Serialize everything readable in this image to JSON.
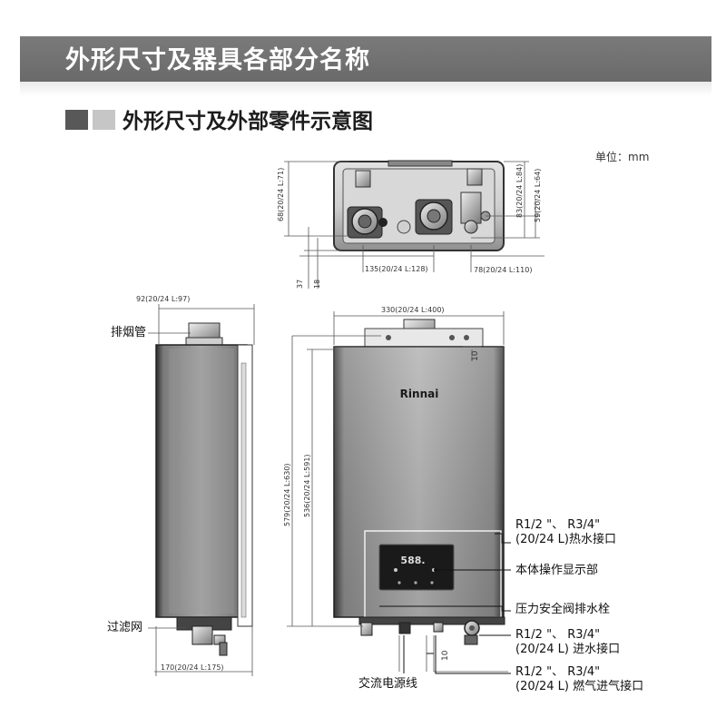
{
  "header": {
    "title": "外形尺寸及器具各部分名称",
    "section_title": "外形尺寸及外部零件示意图",
    "unit": "单位：mm"
  },
  "top_view": {
    "dim_68": "68(20/24 L:71)",
    "dim_37": "37",
    "dim_18": "18",
    "dim_135": "135(20/24 L:128)",
    "dim_83": "83(20/24 L:84)",
    "dim_59": "59(20/24 L:64)",
    "dim_78": "78(20/24 L:110)"
  },
  "side_view": {
    "dim_92": "92(20/24 L:97)",
    "flue_label": "排烟管",
    "filter_label": "过滤网",
    "dim_170": "170(20/24 L:175)"
  },
  "front_view": {
    "dim_330": "330(20/24 L:400)",
    "dim_10_top": "10",
    "dim_579": "579(20/24 L:630)",
    "dim_536": "536(20/24 L:591)",
    "brand": "Rinnai",
    "display_digits": "588.",
    "dim_10_bottom": "10"
  },
  "callouts": {
    "hot_water": [
      "R1/2 \"、 R3/4\"",
      "(20/24 L)热水接口"
    ],
    "display": "本体操作显示部",
    "relief_valve": "压力安全阀排水栓",
    "water_inlet": [
      "R1/2 \"、 R3/4\"",
      "(20/24 L) 进水接口"
    ],
    "gas_inlet": [
      "R1/2 \"、 R3/4\"",
      "(20/24 L) 燃气进气接口"
    ],
    "power_cord": "交流电源线"
  }
}
